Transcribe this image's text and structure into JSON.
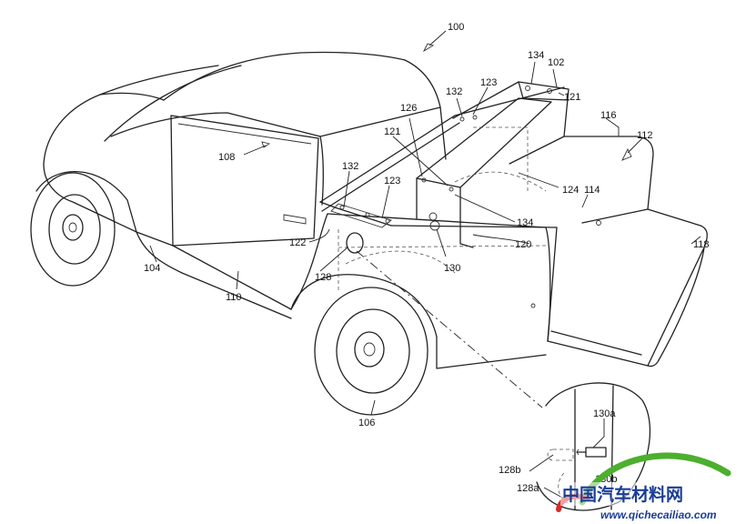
{
  "labels": {
    "l100": "100",
    "l102": "102",
    "l104": "104",
    "l106": "106",
    "l108": "108",
    "l110": "110",
    "l112": "112",
    "l114": "114",
    "l116": "116",
    "l118": "118",
    "l120": "120",
    "l121a": "121",
    "l121b": "121",
    "l122": "122",
    "l123a": "123",
    "l123b": "123",
    "l124": "124",
    "l126": "126",
    "l128": "128",
    "l128a": "128a",
    "l128b": "128b",
    "l130": "130",
    "l130a": "130a",
    "l130b": "130b",
    "l132a": "132",
    "l132b": "132",
    "l134a": "134",
    "l134b": "134"
  },
  "watermark": {
    "text": "中国汽车材料网",
    "url": "www.qichecailiao.com",
    "colors": {
      "blue": "#1a3d96",
      "green": "#4caf2e",
      "red": "#d62b2b"
    }
  }
}
